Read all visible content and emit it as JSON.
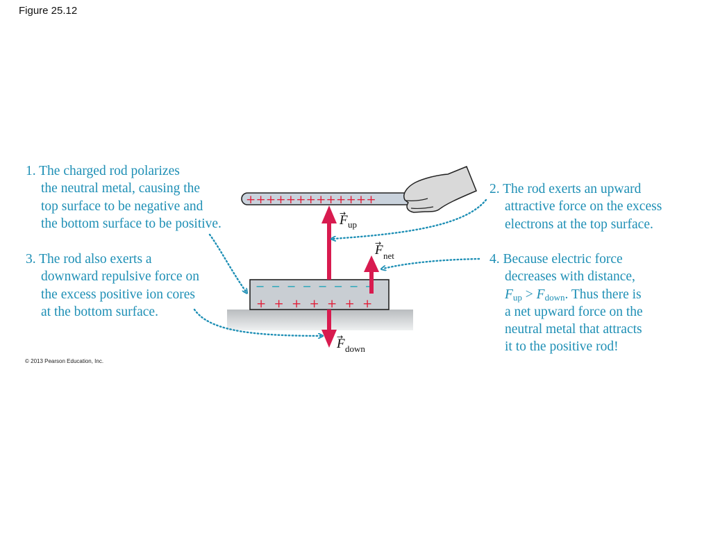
{
  "figure_label": "Figure 25.12",
  "copyright": "© 2013 Pearson Education, Inc.",
  "captions": {
    "c1": [
      "1. The charged rod polarizes",
      "the neutral metal, causing the",
      "top surface to be negative and",
      "the bottom surface to be positive."
    ],
    "c2": [
      "2. The rod exerts an upward",
      "attractive force on the excess",
      "electrons at the top surface."
    ],
    "c3": [
      "3. The rod also exerts a",
      "downward repulsive force on",
      "the excess positive ion cores",
      "at the bottom surface."
    ],
    "c4": {
      "l1": "4. Because electric force",
      "l2": "decreases with distance,",
      "l3_F1": "F",
      "l3_sub1": "up",
      "l3_op": " > ",
      "l3_F2": "F",
      "l3_sub2": "down",
      "l3_rest": ". Thus there is",
      "l4": "a net upward force on the",
      "l5": "neutral metal that attracts",
      "l6": "it to the positive rod!"
    }
  },
  "forces": {
    "up": {
      "symbol": "F",
      "sub": "up"
    },
    "net": {
      "symbol": "F",
      "sub": "net"
    },
    "down": {
      "symbol": "F",
      "sub": "down"
    },
    "vector_mark": "→"
  },
  "charges": {
    "rod": "+++++++++++++",
    "metal_top": [
      "−",
      "−",
      "−",
      "−",
      "−",
      "−",
      "−",
      "−"
    ],
    "metal_bottom": [
      "+",
      "+",
      "+",
      "+",
      "+",
      "+",
      "+"
    ]
  },
  "colors": {
    "caption": "#1e8fb5",
    "arrow": "#d81b4f",
    "negative": "#1aa3b8",
    "positive": "#e0203a",
    "rod_fill": "#c9d2dc",
    "metal_fill": "#c9ced3",
    "table_fill": "#c4c6c9",
    "hand_fill": "#d9d9d9"
  }
}
